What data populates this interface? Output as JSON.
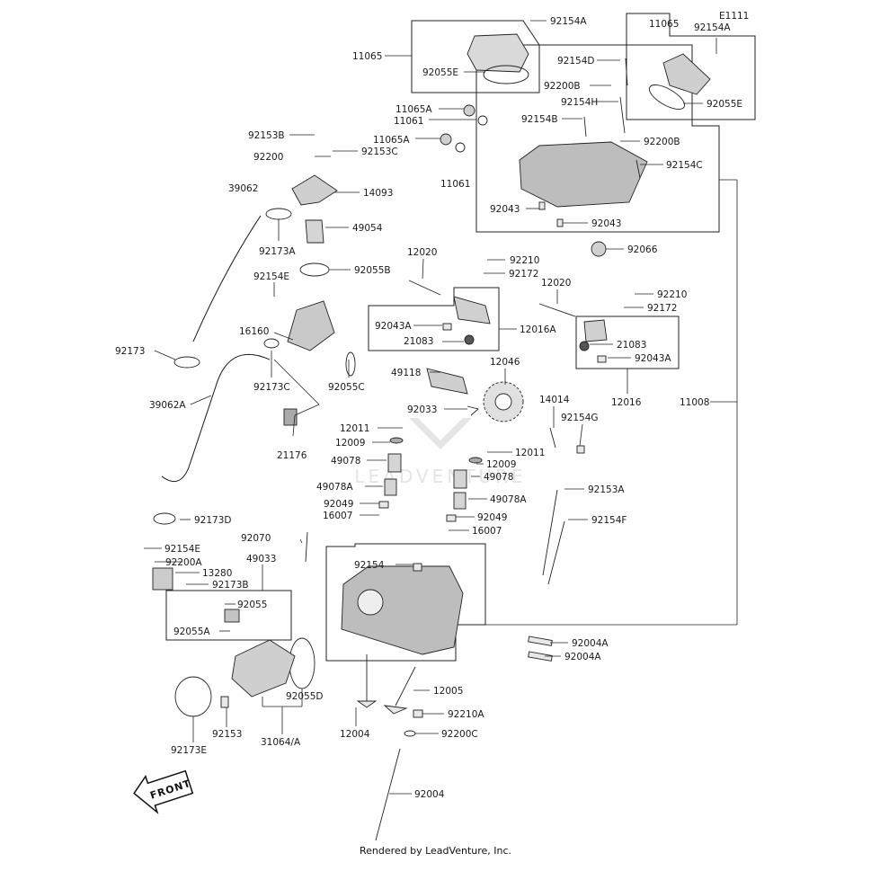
{
  "footer": "Rendered by LeadVenture, Inc.",
  "watermark": "LEADVENTURE",
  "front_badge": "FRONT",
  "labels": [
    {
      "id": "92154A_top",
      "text": "92154A"
    },
    {
      "id": "11065_left",
      "text": "11065"
    },
    {
      "id": "92055E_left",
      "text": "92055E"
    },
    {
      "id": "11065_right",
      "text": "11065"
    },
    {
      "id": "E1111",
      "text": "E1111"
    },
    {
      "id": "92154A_right",
      "text": "92154A"
    },
    {
      "id": "92055E_right",
      "text": "92055E"
    },
    {
      "id": "92154D",
      "text": "92154D"
    },
    {
      "id": "92200B_a",
      "text": "92200B"
    },
    {
      "id": "92154H",
      "text": "92154H"
    },
    {
      "id": "92154B",
      "text": "92154B"
    },
    {
      "id": "92200B_b",
      "text": "92200B"
    },
    {
      "id": "92154C",
      "text": "92154C"
    },
    {
      "id": "92043_a",
      "text": "92043"
    },
    {
      "id": "92043_b",
      "text": "92043"
    },
    {
      "id": "11065A_a",
      "text": "11065A"
    },
    {
      "id": "11061_a",
      "text": "11061"
    },
    {
      "id": "11065A_b",
      "text": "11065A"
    },
    {
      "id": "11061_b",
      "text": "11061"
    },
    {
      "id": "92153B",
      "text": "92153B"
    },
    {
      "id": "92200",
      "text": "92200"
    },
    {
      "id": "92153C",
      "text": "92153C"
    },
    {
      "id": "39062",
      "text": "39062"
    },
    {
      "id": "14093",
      "text": "14093"
    },
    {
      "id": "49054",
      "text": "49054"
    },
    {
      "id": "92173A",
      "text": "92173A"
    },
    {
      "id": "92055B",
      "text": "92055B"
    },
    {
      "id": "92154E_a",
      "text": "92154E"
    },
    {
      "id": "16160",
      "text": "16160"
    },
    {
      "id": "92173",
      "text": "92173"
    },
    {
      "id": "92173C",
      "text": "92173C"
    },
    {
      "id": "92055C",
      "text": "92055C"
    },
    {
      "id": "39062A",
      "text": "39062A"
    },
    {
      "id": "21176",
      "text": "21176"
    },
    {
      "id": "92173D",
      "text": "92173D"
    },
    {
      "id": "92066",
      "text": "92066"
    },
    {
      "id": "12020_a",
      "text": "12020"
    },
    {
      "id": "92210_a",
      "text": "92210"
    },
    {
      "id": "92172_a",
      "text": "92172"
    },
    {
      "id": "92043A_a",
      "text": "92043A"
    },
    {
      "id": "21083_a",
      "text": "21083"
    },
    {
      "id": "12016A",
      "text": "12016A"
    },
    {
      "id": "12020_b",
      "text": "12020"
    },
    {
      "id": "92210_b",
      "text": "92210"
    },
    {
      "id": "92172_b",
      "text": "92172"
    },
    {
      "id": "21083_b",
      "text": "21083"
    },
    {
      "id": "92043A_b",
      "text": "92043A"
    },
    {
      "id": "12016",
      "text": "12016"
    },
    {
      "id": "11008",
      "text": "11008"
    },
    {
      "id": "49118",
      "text": "49118"
    },
    {
      "id": "12046",
      "text": "12046"
    },
    {
      "id": "92033",
      "text": "92033"
    },
    {
      "id": "14014",
      "text": "14014"
    },
    {
      "id": "92154G",
      "text": "92154G"
    },
    {
      "id": "12011_a",
      "text": "12011"
    },
    {
      "id": "12009_a",
      "text": "12009"
    },
    {
      "id": "12011_b",
      "text": "12011"
    },
    {
      "id": "12009_b",
      "text": "12009"
    },
    {
      "id": "49078",
      "text": "49078"
    },
    {
      "id": "49078_b",
      "text": "49078"
    },
    {
      "id": "49078A_a",
      "text": "49078A"
    },
    {
      "id": "49078A_b",
      "text": "49078A"
    },
    {
      "id": "92049_a",
      "text": "92049"
    },
    {
      "id": "16007_a",
      "text": "16007"
    },
    {
      "id": "92049_b",
      "text": "92049"
    },
    {
      "id": "16007_b",
      "text": "16007"
    },
    {
      "id": "92153A",
      "text": "92153A"
    },
    {
      "id": "92154F",
      "text": "92154F"
    },
    {
      "id": "92070",
      "text": "92070"
    },
    {
      "id": "92154E_b",
      "text": "92154E"
    },
    {
      "id": "92200A",
      "text": "92200A"
    },
    {
      "id": "13280",
      "text": "13280"
    },
    {
      "id": "49033",
      "text": "49033"
    },
    {
      "id": "92173B",
      "text": "92173B"
    },
    {
      "id": "92055",
      "text": "92055"
    },
    {
      "id": "92055A",
      "text": "92055A"
    },
    {
      "id": "92154_head",
      "text": "92154"
    },
    {
      "id": "92004A_a",
      "text": "92004A"
    },
    {
      "id": "92004A_b",
      "text": "92004A"
    },
    {
      "id": "92055D",
      "text": "92055D"
    },
    {
      "id": "12005",
      "text": "12005"
    },
    {
      "id": "92210A",
      "text": "92210A"
    },
    {
      "id": "12004",
      "text": "12004"
    },
    {
      "id": "92200C",
      "text": "92200C"
    },
    {
      "id": "92173E",
      "text": "92173E"
    },
    {
      "id": "92153",
      "text": "92153"
    },
    {
      "id": "31064A",
      "text": "31064/A"
    },
    {
      "id": "92004",
      "text": "92004"
    }
  ]
}
